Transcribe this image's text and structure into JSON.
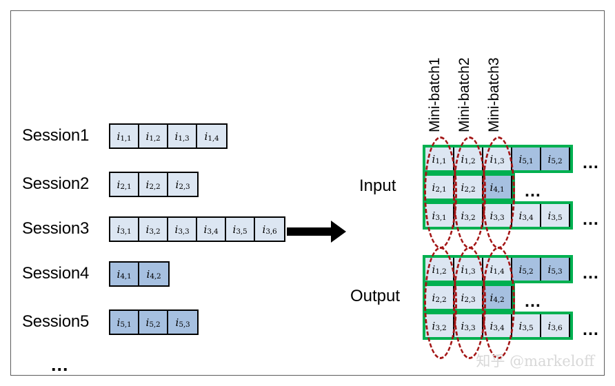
{
  "figure": {
    "watermark": "知乎 @markeloff",
    "left_ellipsis": "...",
    "arrow_name": "right-arrow"
  },
  "colors": {
    "cell_light": "#dce6f2",
    "cell_dark": "#a6c0e0",
    "cell_border": "#000000",
    "batch_border": "#00b050",
    "ellipse": "#a31515",
    "frame": "#5a5a5a"
  },
  "sessions": [
    {
      "label": "Session1",
      "items": [
        {
          "base": "i",
          "sub": "1,1",
          "shade": "light"
        },
        {
          "base": "i",
          "sub": "1,2",
          "shade": "light"
        },
        {
          "base": "i",
          "sub": "1,3",
          "shade": "light"
        },
        {
          "base": "i",
          "sub": "1,4",
          "shade": "light"
        }
      ]
    },
    {
      "label": "Session2",
      "items": [
        {
          "base": "i",
          "sub": "2,1",
          "shade": "light"
        },
        {
          "base": "i",
          "sub": "2,2",
          "shade": "light"
        },
        {
          "base": "i",
          "sub": "2,3",
          "shade": "light"
        }
      ]
    },
    {
      "label": "Session3",
      "items": [
        {
          "base": "i",
          "sub": "3,1",
          "shade": "light"
        },
        {
          "base": "i",
          "sub": "3,2",
          "shade": "light"
        },
        {
          "base": "i",
          "sub": "3,3",
          "shade": "light"
        },
        {
          "base": "i",
          "sub": "3,4",
          "shade": "light"
        },
        {
          "base": "i",
          "sub": "3,5",
          "shade": "light"
        },
        {
          "base": "i",
          "sub": "3,6",
          "shade": "light"
        }
      ]
    },
    {
      "label": "Session4",
      "items": [
        {
          "base": "i",
          "sub": "4,1",
          "shade": "dark"
        },
        {
          "base": "i",
          "sub": "4,2",
          "shade": "dark"
        }
      ]
    },
    {
      "label": "Session5",
      "items": [
        {
          "base": "i",
          "sub": "5,1",
          "shade": "dark"
        },
        {
          "base": "i",
          "sub": "5,2",
          "shade": "dark"
        },
        {
          "base": "i",
          "sub": "5,3",
          "shade": "dark"
        }
      ]
    }
  ],
  "minibatch_labels": [
    "Mini-batch1",
    "Mini-batch2",
    "Mini-batch3"
  ],
  "blocks": [
    {
      "label": "Input",
      "rows": [
        {
          "trailing_ellipsis": "...",
          "cells": [
            {
              "base": "i",
              "sub": "1,1",
              "shade": "light"
            },
            {
              "base": "i",
              "sub": "1,2",
              "shade": "light"
            },
            {
              "base": "i",
              "sub": "1,3",
              "shade": "light"
            },
            {
              "base": "i",
              "sub": "5,1",
              "shade": "dark"
            },
            {
              "base": "i",
              "sub": "5,2",
              "shade": "dark"
            }
          ]
        },
        {
          "trailing_ellipsis": "...",
          "cells": [
            {
              "base": "i",
              "sub": "2,1",
              "shade": "light"
            },
            {
              "base": "i",
              "sub": "2,2",
              "shade": "light"
            },
            {
              "base": "i",
              "sub": "4,1",
              "shade": "dark"
            }
          ]
        },
        {
          "trailing_ellipsis": "...",
          "cells": [
            {
              "base": "i",
              "sub": "3,1",
              "shade": "light"
            },
            {
              "base": "i",
              "sub": "3,2",
              "shade": "light"
            },
            {
              "base": "i",
              "sub": "3,3",
              "shade": "light"
            },
            {
              "base": "i",
              "sub": "3,4",
              "shade": "light"
            },
            {
              "base": "i",
              "sub": "3,5",
              "shade": "light"
            }
          ]
        }
      ]
    },
    {
      "label": "Output",
      "rows": [
        {
          "trailing_ellipsis": "...",
          "cells": [
            {
              "base": "i",
              "sub": "1,2",
              "shade": "light"
            },
            {
              "base": "i",
              "sub": "1,3",
              "shade": "light"
            },
            {
              "base": "i",
              "sub": "1,4",
              "shade": "light"
            },
            {
              "base": "i",
              "sub": "5,2",
              "shade": "dark"
            },
            {
              "base": "i",
              "sub": "5,3",
              "shade": "dark"
            }
          ]
        },
        {
          "trailing_ellipsis": "...",
          "cells": [
            {
              "base": "i",
              "sub": "2,2",
              "shade": "light"
            },
            {
              "base": "i",
              "sub": "2,3",
              "shade": "light"
            },
            {
              "base": "i",
              "sub": "4,2",
              "shade": "dark"
            }
          ]
        },
        {
          "trailing_ellipsis": "...",
          "cells": [
            {
              "base": "i",
              "sub": "3,2",
              "shade": "light"
            },
            {
              "base": "i",
              "sub": "3,3",
              "shade": "light"
            },
            {
              "base": "i",
              "sub": "3,4",
              "shade": "light"
            },
            {
              "base": "i",
              "sub": "3,5",
              "shade": "light"
            },
            {
              "base": "i",
              "sub": "3,6",
              "shade": "light"
            }
          ]
        }
      ]
    }
  ]
}
